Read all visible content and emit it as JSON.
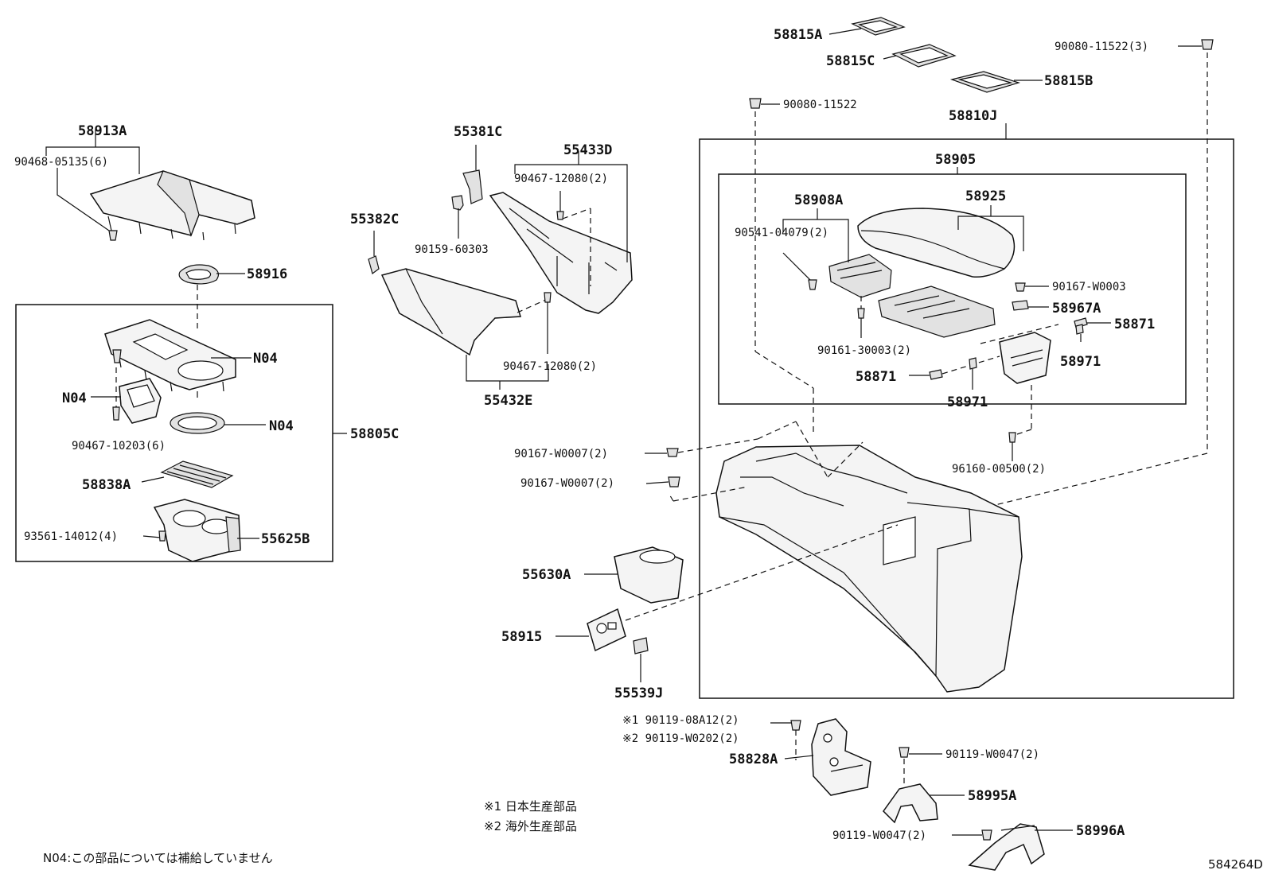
{
  "parts": {
    "p58913A": "58913A",
    "p90468_05135": "90468-05135(6)",
    "p58916": "58916",
    "pN04_a": "N04",
    "pN04_b": "N04",
    "pN04_c": "N04",
    "p90467_10203": "90467-10203(6)",
    "p58805C": "58805C",
    "p58838A": "58838A",
    "p93561_14012": "93561-14012(4)",
    "p55625B": "55625B",
    "p55381C": "55381C",
    "p55433D": "55433D",
    "p90467_12080_a": "90467-12080(2)",
    "p90159_60303": "90159-60303",
    "p55382C": "55382C",
    "p90467_12080_b": "90467-12080(2)",
    "p55432E": "55432E",
    "p58815A": "58815A",
    "p58815C": "58815C",
    "p58815B": "58815B",
    "p90080_11522_3": "90080-11522(3)",
    "p90080_11522": "90080-11522",
    "p58810J": "58810J",
    "p58905": "58905",
    "p58908A": "58908A",
    "p58925": "58925",
    "p90541_04079": "90541-04079(2)",
    "p90167_W0003": "90167-W0003",
    "p58967A": "58967A",
    "p58871_a": "58871",
    "p90161_30003": "90161-30003(2)",
    "p58971_a": "58971",
    "p58871_b": "58871",
    "p58971_b": "58971",
    "p90167_W0007_a": "90167-W0007(2)",
    "p90167_W0007_b": "90167-W0007(2)",
    "p96160_00500": "96160-00500(2)",
    "p55630A": "55630A",
    "p58915": "58915",
    "p55539J": "55539J",
    "p90119_08A12": "※1 90119-08A12(2)",
    "p90119_W0202": "※2 90119-W0202(2)",
    "p58828A": "58828A",
    "p90119_W0047_a": "90119-W0047(2)",
    "p58995A": "58995A",
    "p90119_W0047_b": "90119-W0047(2)",
    "p58996A": "58996A"
  },
  "notes": {
    "note1": "※1  日本生産部品",
    "note2": "※2  海外生産部品",
    "n04": "N04:この部品については補給していません",
    "ref": "584264D"
  }
}
